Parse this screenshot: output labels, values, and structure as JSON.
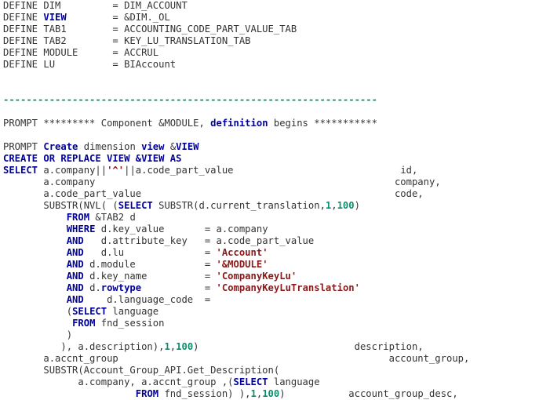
{
  "editor": {
    "title": "SQL script source view",
    "language": "PL/SQL",
    "background_color": "#ffffff",
    "colors": {
      "plain": "#333333",
      "keyword": "#00009c",
      "string": "#8b1a1a",
      "number": "#0a8f6e",
      "comment": "#0a8f6e"
    },
    "lines": [
      {
        "index": 0,
        "text": "DEFINE DIM         = DIM_ACCOUNT",
        "tokens": [
          {
            "t": "DEFINE DIM         = DIM_ACCOUNT",
            "k": "plain"
          }
        ]
      },
      {
        "index": 1,
        "text": "DEFINE VIEW        = &DIM._OL",
        "tokens": [
          {
            "t": "DEFINE ",
            "k": "plain"
          },
          {
            "t": "VIEW",
            "k": "keyword"
          },
          {
            "t": "        = &DIM._OL",
            "k": "plain"
          }
        ]
      },
      {
        "index": 2,
        "text": "DEFINE TAB1        = ACCOUNTING_CODE_PART_VALUE_TAB",
        "tokens": [
          {
            "t": "DEFINE TAB1        = ACCOUNTING_CODE_PART_VALUE_TAB",
            "k": "plain"
          }
        ]
      },
      {
        "index": 3,
        "text": "DEFINE TAB2        = KEY_LU_TRANSLATION_TAB",
        "tokens": [
          {
            "t": "DEFINE TAB2        = KEY_LU_TRANSLATION_TAB",
            "k": "plain"
          }
        ]
      },
      {
        "index": 4,
        "text": "DEFINE MODULE      = ACCRUL",
        "tokens": [
          {
            "t": "DEFINE MODULE      = ACCRUL",
            "k": "plain"
          }
        ]
      },
      {
        "index": 5,
        "text": "DEFINE LU          = BIAccount",
        "tokens": [
          {
            "t": "DEFINE LU          = BIAccount",
            "k": "plain"
          }
        ]
      },
      {
        "index": 6,
        "text": "",
        "tokens": []
      },
      {
        "index": 7,
        "text": "",
        "tokens": []
      },
      {
        "index": 8,
        "text": "-----------------------------------------------------------------",
        "tokens": [
          {
            "t": "-----------------------------------------------------------------",
            "k": "comment"
          }
        ]
      },
      {
        "index": 9,
        "text": "",
        "tokens": []
      },
      {
        "index": 10,
        "text": "PROMPT ********* Component &MODULE, definition begins ***********",
        "tokens": [
          {
            "t": "PROMPT ********* Component &MODULE, ",
            "k": "plain"
          },
          {
            "t": "definition",
            "k": "keyword"
          },
          {
            "t": " begins ***********",
            "k": "plain"
          }
        ]
      },
      {
        "index": 11,
        "text": "",
        "tokens": []
      },
      {
        "index": 12,
        "text": "PROMPT Create dimension view &VIEW",
        "tokens": [
          {
            "t": "PROMPT ",
            "k": "plain"
          },
          {
            "t": "Create",
            "k": "keyword"
          },
          {
            "t": " dimension ",
            "k": "plain"
          },
          {
            "t": "view",
            "k": "keyword"
          },
          {
            "t": " &",
            "k": "plain"
          },
          {
            "t": "VIEW",
            "k": "keyword"
          }
        ]
      },
      {
        "index": 13,
        "text": "CREATE OR REPLACE VIEW &VIEW AS",
        "tokens": [
          {
            "t": "CREATE OR REPLACE VIEW &VIEW AS",
            "k": "keyword"
          }
        ]
      },
      {
        "index": 14,
        "text": "SELECT a.company||'^'||a.code_part_value                    id,",
        "tokens": [
          {
            "t": "SELECT",
            "k": "keyword"
          },
          {
            "t": " a.company||",
            "k": "plain"
          },
          {
            "t": "'^'",
            "k": "string"
          },
          {
            "t": "||a.code_part_value",
            "k": "plain"
          },
          {
            "t": "                             id,",
            "k": "plain"
          }
        ]
      },
      {
        "index": 15,
        "text": "       a.company                                            company,",
        "tokens": [
          {
            "t": "       a.company",
            "k": "plain"
          },
          {
            "t": "                                                    company,",
            "k": "plain"
          }
        ]
      },
      {
        "index": 16,
        "text": "       a.code_part_value                                    code,",
        "tokens": [
          {
            "t": "       a.code_part_value",
            "k": "plain"
          },
          {
            "t": "                                            code,",
            "k": "plain"
          }
        ]
      },
      {
        "index": 17,
        "text": "       SUBSTR(NVL( (SELECT SUBSTR(d.current_translation,1,100)",
        "tokens": [
          {
            "t": "       SUBSTR(NVL( (",
            "k": "plain"
          },
          {
            "t": "SELECT",
            "k": "keyword"
          },
          {
            "t": " SUBSTR(d.current_translation,",
            "k": "plain"
          },
          {
            "t": "1",
            "k": "number"
          },
          {
            "t": ",",
            "k": "plain"
          },
          {
            "t": "100",
            "k": "number"
          },
          {
            "t": ")",
            "k": "plain"
          }
        ]
      },
      {
        "index": 18,
        "text": "           FROM &TAB2 d",
        "tokens": [
          {
            "t": "           ",
            "k": "plain"
          },
          {
            "t": "FROM",
            "k": "keyword"
          },
          {
            "t": " &TAB2 d",
            "k": "plain"
          }
        ]
      },
      {
        "index": 19,
        "text": "           WHERE d.key_value      = a.company",
        "tokens": [
          {
            "t": "           ",
            "k": "plain"
          },
          {
            "t": "WHERE",
            "k": "keyword"
          },
          {
            "t": " d.key_value       = a.company",
            "k": "plain"
          }
        ]
      },
      {
        "index": 20,
        "text": "           AND   d.attribute_key  = a.code_part_value",
        "tokens": [
          {
            "t": "           ",
            "k": "plain"
          },
          {
            "t": "AND",
            "k": "keyword"
          },
          {
            "t": "   d.attribute_key   = a.code_part_value",
            "k": "plain"
          }
        ]
      },
      {
        "index": 21,
        "text": "           AND   d.lu            = 'Account'",
        "tokens": [
          {
            "t": "           ",
            "k": "plain"
          },
          {
            "t": "AND",
            "k": "keyword"
          },
          {
            "t": "   d.lu              = ",
            "k": "plain"
          },
          {
            "t": "'Account'",
            "k": "string"
          }
        ]
      },
      {
        "index": 22,
        "text": "           AND d.module          = '&MODULE'",
        "tokens": [
          {
            "t": "           ",
            "k": "plain"
          },
          {
            "t": "AND",
            "k": "keyword"
          },
          {
            "t": " d.module            = ",
            "k": "plain"
          },
          {
            "t": "'&MODULE'",
            "k": "string"
          }
        ]
      },
      {
        "index": 23,
        "text": "           AND d.key_name        = 'CompanyKeyLu'",
        "tokens": [
          {
            "t": "           ",
            "k": "plain"
          },
          {
            "t": "AND",
            "k": "keyword"
          },
          {
            "t": " d.key_name          = ",
            "k": "plain"
          },
          {
            "t": "'CompanyKeyLu'",
            "k": "string"
          }
        ]
      },
      {
        "index": 24,
        "text": "           AND d.rowtype         = 'CompanyKeyLuTranslation'",
        "tokens": [
          {
            "t": "           ",
            "k": "plain"
          },
          {
            "t": "AND",
            "k": "keyword"
          },
          {
            "t": " d.",
            "k": "plain"
          },
          {
            "t": "rowtype",
            "k": "keyword"
          },
          {
            "t": "           = ",
            "k": "plain"
          },
          {
            "t": "'CompanyKeyLuTranslation'",
            "k": "string"
          }
        ]
      },
      {
        "index": 25,
        "text": "           AND   d.language_code  =",
        "tokens": [
          {
            "t": "           ",
            "k": "plain"
          },
          {
            "t": "AND",
            "k": "keyword"
          },
          {
            "t": "    d.language_code  =",
            "k": "plain"
          }
        ]
      },
      {
        "index": 26,
        "text": "           (SELECT language",
        "tokens": [
          {
            "t": "           (",
            "k": "plain"
          },
          {
            "t": "SELECT",
            "k": "keyword"
          },
          {
            "t": " language",
            "k": "plain"
          }
        ]
      },
      {
        "index": 27,
        "text": "            FROM fnd_session",
        "tokens": [
          {
            "t": "            ",
            "k": "plain"
          },
          {
            "t": "FROM",
            "k": "keyword"
          },
          {
            "t": " fnd_session",
            "k": "plain"
          }
        ]
      },
      {
        "index": 28,
        "text": "           )",
        "tokens": [
          {
            "t": "           )",
            "k": "plain"
          }
        ]
      },
      {
        "index": 29,
        "text": "          ), a.description),1,100)                           description,",
        "tokens": [
          {
            "t": "          ), a.description),",
            "k": "plain"
          },
          {
            "t": "1",
            "k": "number"
          },
          {
            "t": ",",
            "k": "plain"
          },
          {
            "t": "100",
            "k": "number"
          },
          {
            "t": ")",
            "k": "plain"
          },
          {
            "t": "                           description,",
            "k": "plain"
          }
        ]
      },
      {
        "index": 30,
        "text": "       a.accnt_group                                         account_group,",
        "tokens": [
          {
            "t": "       a.accnt_group",
            "k": "plain"
          },
          {
            "t": "                                               account_group,",
            "k": "plain"
          }
        ]
      },
      {
        "index": 31,
        "text": "       SUBSTR(Account_Group_API.Get_Description(",
        "tokens": [
          {
            "t": "       SUBSTR(Account_Group_API.Get_Description(",
            "k": "plain"
          }
        ]
      },
      {
        "index": 32,
        "text": "             a.company, a.accnt_group ,(SELECT language",
        "tokens": [
          {
            "t": "             a.company, a.accnt_group ,(",
            "k": "plain"
          },
          {
            "t": "SELECT",
            "k": "keyword"
          },
          {
            "t": " language",
            "k": "plain"
          }
        ]
      },
      {
        "index": 33,
        "text": "                       FROM fnd_session) ),1,100)             account_group_desc,",
        "tokens": [
          {
            "t": "                       ",
            "k": "plain"
          },
          {
            "t": "FROM",
            "k": "keyword"
          },
          {
            "t": " fnd_session) ),",
            "k": "plain"
          },
          {
            "t": "1",
            "k": "number"
          },
          {
            "t": ",",
            "k": "plain"
          },
          {
            "t": "100",
            "k": "number"
          },
          {
            "t": ")",
            "k": "plain"
          },
          {
            "t": "           account_group_desc,",
            "k": "plain"
          }
        ]
      }
    ]
  }
}
